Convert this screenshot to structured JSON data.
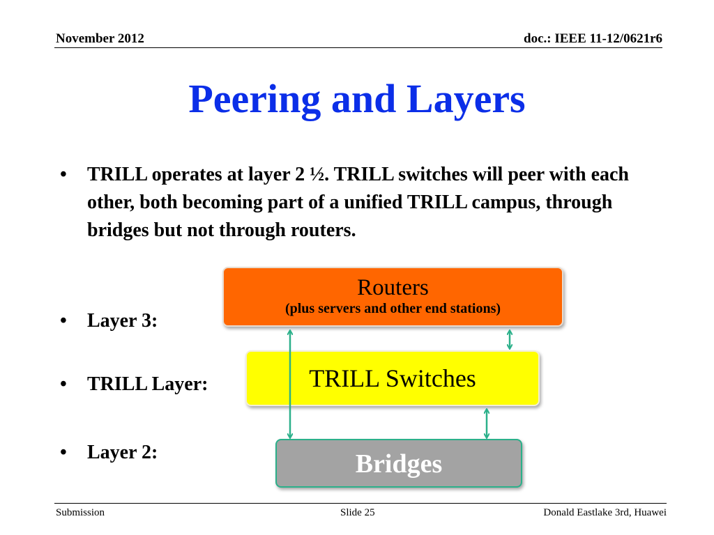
{
  "header": {
    "date": "November 2012",
    "doc_id": "doc.: IEEE 11-12/0621r6"
  },
  "title": "Peering and Layers",
  "bullets": [
    {
      "text": "TRILL operates at layer 2 ½. TRILL switches will peer with each other, both becoming part of a unified TRILL campus, through bridges but not through routers."
    },
    {
      "text": "Layer 3:"
    },
    {
      "text": "TRILL Layer:"
    },
    {
      "text": "Layer 2:"
    }
  ],
  "diagram": {
    "routers": {
      "label": "Routers",
      "sublabel": "(plus servers and other end stations)",
      "color": "#ff6600"
    },
    "trill": {
      "label": "TRILL Switches",
      "color": "#ffff00"
    },
    "bridges": {
      "label": "Bridges",
      "color": "#a3a3a3"
    },
    "arrow_color": "#2bb08a"
  },
  "footer": {
    "left": "Submission",
    "center": "Slide 25",
    "right": "Donald Eastlake 3rd, Huawei"
  }
}
